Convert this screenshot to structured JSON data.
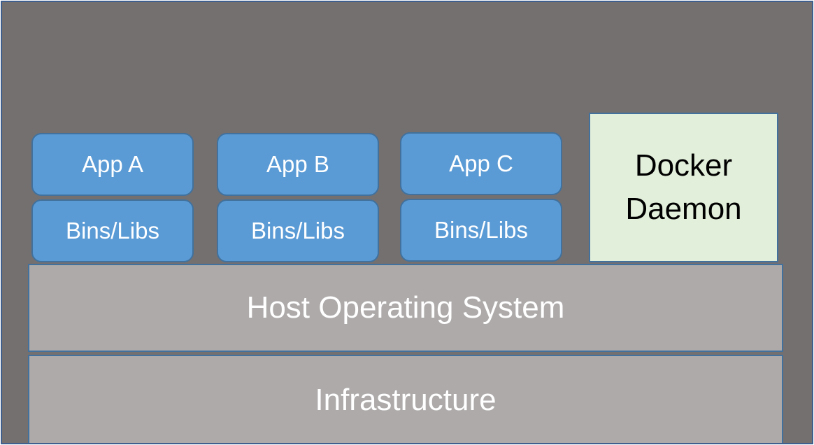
{
  "diagram": {
    "stacks": [
      {
        "app": "App A",
        "libs": "Bins/Libs"
      },
      {
        "app": "App B",
        "libs": "Bins/Libs"
      },
      {
        "app": "App C",
        "libs": "Bins/Libs"
      }
    ],
    "daemon": {
      "line1": "Docker",
      "line2": "Daemon"
    },
    "host_os": "Host Operating System",
    "infrastructure": "Infrastructure"
  },
  "colors": {
    "background": "#757070",
    "app_fill": "#5b9bd5",
    "outline": "#41719c",
    "daemon_fill": "#e2efda",
    "layer_fill": "#aeaaaa"
  }
}
